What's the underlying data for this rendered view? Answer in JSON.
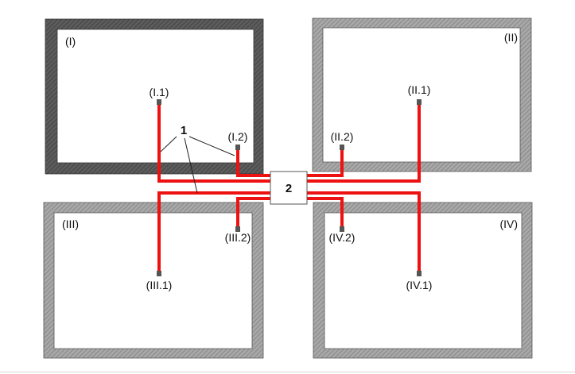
{
  "rooms": {
    "I": {
      "label": "(I)",
      "points": {
        "p1": "(I.1)",
        "p2": "(I.2)"
      }
    },
    "II": {
      "label": "(II)",
      "points": {
        "p1": "(II.1)",
        "p2": "(II.2)"
      }
    },
    "III": {
      "label": "(III)",
      "points": {
        "p1": "(III.1)",
        "p2": "(III.2)"
      }
    },
    "IV": {
      "label": "(IV)",
      "points": {
        "p1": "(IV.1)",
        "p2": "(IV.2)"
      }
    }
  },
  "hub": {
    "label": "2"
  },
  "pipes": {
    "label": "1"
  },
  "colors": {
    "pipe": "#ee1111",
    "wall_dark": "#5a5a5a",
    "wall_light": "#9a9a9a",
    "sensor": "#555555"
  }
}
